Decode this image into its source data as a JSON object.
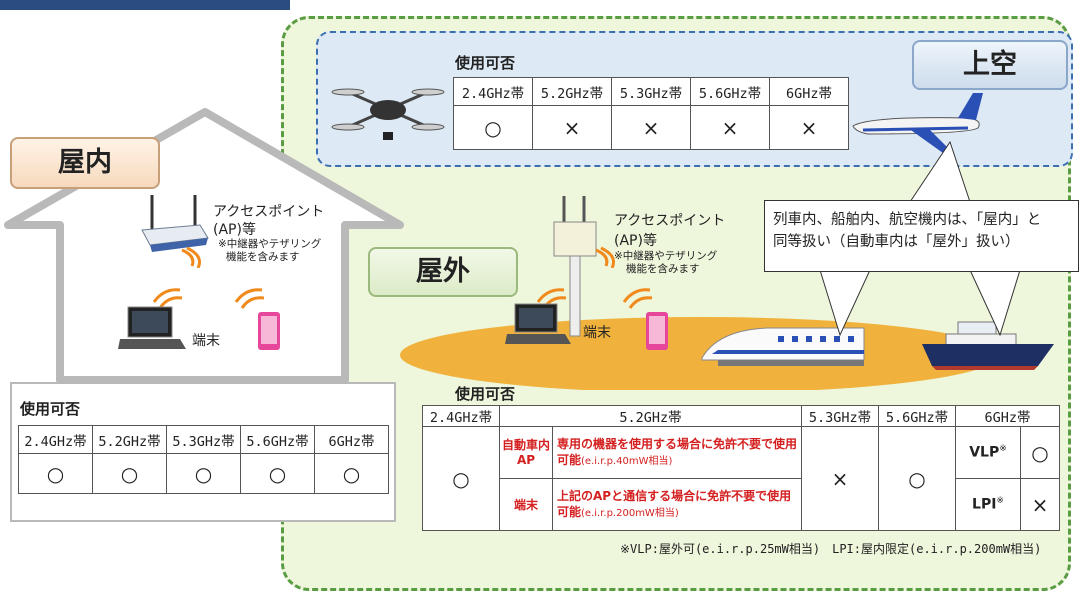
{
  "zones": {
    "indoor_label": "屋内",
    "outdoor_label": "屋外",
    "sky_label": "上空"
  },
  "usage_label": "使用可否",
  "sky_table": {
    "headers": [
      "2.4GHz帯",
      "5.2GHz帯",
      "5.3GHz帯",
      "5.6GHz帯",
      "6GHz帯"
    ],
    "values": [
      "○",
      "×",
      "×",
      "×",
      "×"
    ]
  },
  "indoor_table": {
    "headers": [
      "2.4GHz帯",
      "5.2GHz帯",
      "5.3GHz帯",
      "5.6GHz帯",
      "6GHz帯"
    ],
    "values": [
      "○",
      "○",
      "○",
      "○",
      "○"
    ]
  },
  "outdoor_table": {
    "h24": "2.4GHz帯",
    "h52": "5.2GHz帯",
    "h53": "5.3GHz帯",
    "h56": "5.6GHz帯",
    "h6": "6GHz帯",
    "v24": "○",
    "car_ap_label": "自動車内AP",
    "car_ap_text": "専用の機器を使用する場合に免許不要で使用可能",
    "car_ap_eirp": "(e.i.r.p.40mW相当)",
    "terminal_label": "端末",
    "terminal_text": "上記のAPと通信する場合に免許不要で使用可能",
    "terminal_eirp": "(e.i.r.p.200mW相当)",
    "v53": "×",
    "v56": "○",
    "vlp": "VLP",
    "vlp_mark": "※",
    "vlp_value": "○",
    "lpi": "LPI",
    "lpi_mark": "※",
    "lpi_value": "×"
  },
  "indoor_ap": {
    "title": "アクセスポイント",
    "title2": "(AP)等",
    "note1": "※中継器やテザリング",
    "note2": "機能を含みます"
  },
  "outdoor_ap": {
    "title": "アクセスポイント",
    "title2": "(AP)等",
    "note1": "※中継器やテザリング",
    "note2": "機能を含みます"
  },
  "terminal_indoor": "端末",
  "terminal_outdoor": "端末",
  "callout": {
    "line1": "列車内、船舶内、航空機内は、「屋内」と",
    "line2": "同等扱い（自動車内は「屋外」扱い）"
  },
  "footnote": "※VLP:屋外可(e.i.r.p.25mW相当)　LPI:屋内限定(e.i.r.p.200mW相当)",
  "colors": {
    "red_text": "#d42020",
    "green_zone": "#5a9c43",
    "sky_zone": "#3b6fb0"
  }
}
